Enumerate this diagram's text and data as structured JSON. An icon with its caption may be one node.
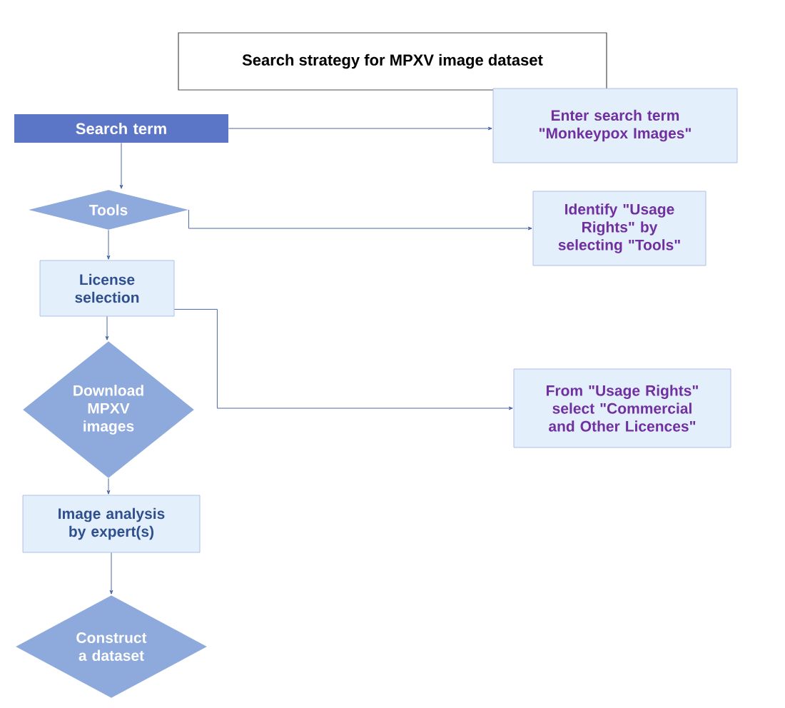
{
  "diagram": {
    "title": "Search strategy for MPXV image dataset",
    "nodes": [
      {
        "text": [
          "Search term"
        ]
      },
      {
        "text": [
          "Tools"
        ]
      },
      {
        "text": [
          "License selection"
        ]
      },
      {
        "text": [
          "Download MPXV images"
        ]
      },
      {
        "text": [
          "Image analysis by expert(s)"
        ]
      },
      {
        "text": [
          "Construct a dataset"
        ]
      },
      {
        "text": [
          "Enter search term \"Monkeypox Images\""
        ]
      },
      {
        "text": [
          "Identify \"Usage Rights\" by selecting \"Tools\""
        ]
      },
      {
        "text": [
          "From \"Usage Rights\" select \"Commercial and Other Licences\""
        ]
      }
    ],
    "edges": [
      {
        "from": 0,
        "to": 1,
        "arrow": "to"
      },
      {
        "from": 1,
        "to": 2,
        "arrow": "to"
      },
      {
        "from": 2,
        "to": 3,
        "arrow": "to"
      },
      {
        "from": 3,
        "to": 4,
        "arrow": "to"
      },
      {
        "from": 4,
        "to": 5,
        "arrow": "to"
      },
      {
        "from": 0,
        "to": 6,
        "arrow": "to"
      },
      {
        "from": 1,
        "to": 7,
        "arrow": "to"
      },
      {
        "from": 2,
        "to": 8,
        "arrow": "to"
      }
    ]
  }
}
